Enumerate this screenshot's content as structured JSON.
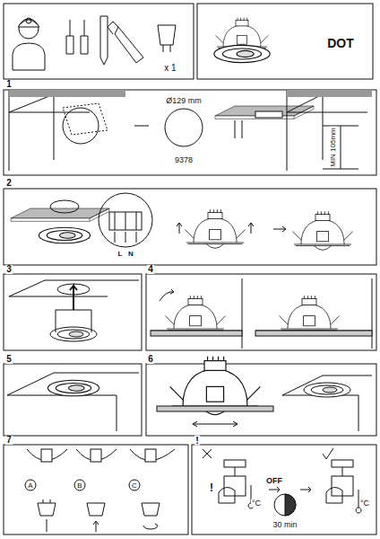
{
  "diagram": {
    "labels": [
      "x 1",
      "DOT",
      "1",
      "Ø129 mm",
      "9378",
      "MIN 105mm",
      "2",
      "L",
      "N",
      "3",
      "4",
      "5",
      "6",
      "7",
      "A",
      "B",
      "C",
      "!",
      "!",
      "OFF",
      "30 min",
      "°C",
      "°C"
    ]
  }
}
